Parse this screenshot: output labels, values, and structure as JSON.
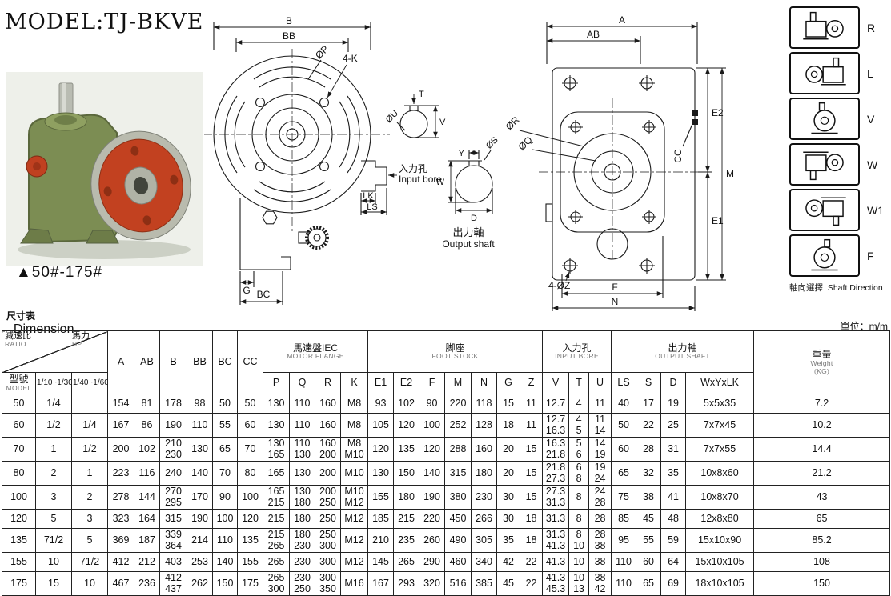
{
  "page": {
    "model_title": "MODEL:TJ-BKVE",
    "size_range": "▲50#-175#",
    "dimension_heading_zh": "尺寸表",
    "dimension_heading_en": "Dimension",
    "unit_note": "單位：m/m"
  },
  "shaft_direction": {
    "caption_zh": "軸向選擇",
    "caption_en": "Shaft Direction",
    "options": [
      "R",
      "L",
      "V",
      "W",
      "W1",
      "F"
    ]
  },
  "front_view": {
    "dim_b": "B",
    "dim_bb": "BB",
    "dia_p": "ØP",
    "holes_label": "4-K",
    "dim_g": "G",
    "dim_bc": "BC",
    "dim_lk": "LK",
    "dim_ls": "LS",
    "input_bore_zh": "入力孔",
    "input_bore_en": "Input bore"
  },
  "input_detail": {
    "dim_t": "T",
    "dim_v": "V",
    "dia_u": "ØU"
  },
  "output_detail": {
    "dim_y": "Y",
    "dia_s": "ØS",
    "dim_w": "W",
    "dim_d": "D",
    "caption_zh": "出力軸",
    "caption_en": "Output shaft"
  },
  "side_view": {
    "dim_a": "A",
    "dim_ab": "AB",
    "dia_r": "ØR",
    "dia_q": "ØQ",
    "dim_e2": "E2",
    "dim_e1": "E1",
    "dim_m": "M",
    "dim_cc": "CC",
    "holes_label": "4-ØZ",
    "dim_f": "F",
    "dim_n": "N"
  },
  "table": {
    "corner": {
      "ratio_zh": "減速比",
      "ratio_en": "RATIO",
      "hp_zh": "馬力",
      "hp_en": "HP",
      "model_zh": "型號",
      "model_en": "MODEL",
      "hp_col1": "1/10~1/30",
      "hp_col2": "1/40~1/60"
    },
    "simple_cols": [
      "A",
      "AB",
      "B",
      "BB",
      "BC",
      "CC"
    ],
    "groups": [
      {
        "zh": "馬達盤IEC",
        "en": "MOTOR FLANGE",
        "cols": [
          "P",
          "Q",
          "R",
          "K"
        ]
      },
      {
        "zh": "脚座",
        "en": "FOOT STOCK",
        "cols": [
          "E1",
          "E2",
          "F",
          "M",
          "N",
          "G",
          "Z"
        ]
      },
      {
        "zh": "入力孔",
        "en": "INPUT BORE",
        "cols": [
          "V",
          "T",
          "U"
        ]
      },
      {
        "zh": "出力軸",
        "en": "OUTPUT SHAFT",
        "cols": [
          "LS",
          "S",
          "D",
          "WxYxLK"
        ]
      }
    ],
    "weight": {
      "zh": "重量",
      "en": "Weight",
      "unit": "(KG)"
    },
    "rows": [
      [
        "50",
        "1/4",
        "",
        "154",
        "81",
        "178",
        "98",
        "50",
        "50",
        "130",
        "110",
        "160",
        "M8",
        "93",
        "102",
        "90",
        "220",
        "118",
        "15",
        "11",
        "12.7",
        "4",
        "11",
        "40",
        "17",
        "19",
        "5x5x35",
        "7.2"
      ],
      [
        "60",
        "1/2",
        "1/4",
        "167",
        "86",
        "190",
        "110",
        "55",
        "60",
        "130",
        "110",
        "160",
        "M8",
        "105",
        "120",
        "100",
        "252",
        "128",
        "18",
        "11",
        "12.7\n16.3",
        "4\n5",
        "11\n14",
        "50",
        "22",
        "25",
        "7x7x45",
        "10.2"
      ],
      [
        "70",
        "1",
        "1/2",
        "200",
        "102",
        "210\n230",
        "130",
        "65",
        "70",
        "130\n165",
        "110\n130",
        "160\n200",
        "M8\nM10",
        "120",
        "135",
        "120",
        "288",
        "160",
        "20",
        "15",
        "16.3\n21.8",
        "5\n6",
        "14\n19",
        "60",
        "28",
        "31",
        "7x7x55",
        "14.4"
      ],
      [
        "80",
        "2",
        "1",
        "223",
        "116",
        "240",
        "140",
        "70",
        "80",
        "165",
        "130",
        "200",
        "M10",
        "130",
        "150",
        "140",
        "315",
        "180",
        "20",
        "15",
        "21.8\n27.3",
        "6\n8",
        "19\n24",
        "65",
        "32",
        "35",
        "10x8x60",
        "21.2"
      ],
      [
        "100",
        "3",
        "2",
        "278",
        "144",
        "270\n295",
        "170",
        "90",
        "100",
        "165\n215",
        "130\n180",
        "200\n250",
        "M10\nM12",
        "155",
        "180",
        "190",
        "380",
        "230",
        "30",
        "15",
        "27.3\n31.3",
        "8",
        "24\n28",
        "75",
        "38",
        "41",
        "10x8x70",
        "43"
      ],
      [
        "120",
        "5",
        "3",
        "323",
        "164",
        "315",
        "190",
        "100",
        "120",
        "215",
        "180",
        "250",
        "M12",
        "185",
        "215",
        "220",
        "450",
        "266",
        "30",
        "18",
        "31.3",
        "8",
        "28",
        "85",
        "45",
        "48",
        "12x8x80",
        "65"
      ],
      [
        "135",
        "71/2",
        "5",
        "369",
        "187",
        "339\n364",
        "214",
        "110",
        "135",
        "215\n265",
        "180\n230",
        "250\n300",
        "M12",
        "210",
        "235",
        "260",
        "490",
        "305",
        "35",
        "18",
        "31.3\n41.3",
        "8\n10",
        "28\n38",
        "95",
        "55",
        "59",
        "15x10x90",
        "85.2"
      ],
      [
        "155",
        "10",
        "71/2",
        "412",
        "212",
        "403",
        "253",
        "140",
        "155",
        "265",
        "230",
        "300",
        "M12",
        "145",
        "265",
        "290",
        "460",
        "340",
        "42",
        "22",
        "41.3",
        "10",
        "38",
        "110",
        "60",
        "64",
        "15x10x105",
        "108"
      ],
      [
        "175",
        "15",
        "10",
        "467",
        "236",
        "412\n437",
        "262",
        "150",
        "175",
        "265\n300",
        "230\n250",
        "300\n350",
        "M16",
        "167",
        "293",
        "320",
        "516",
        "385",
        "45",
        "22",
        "41.3\n45.3",
        "10\n13",
        "38\n42",
        "110",
        "65",
        "69",
        "18x10x105",
        "150"
      ]
    ]
  }
}
